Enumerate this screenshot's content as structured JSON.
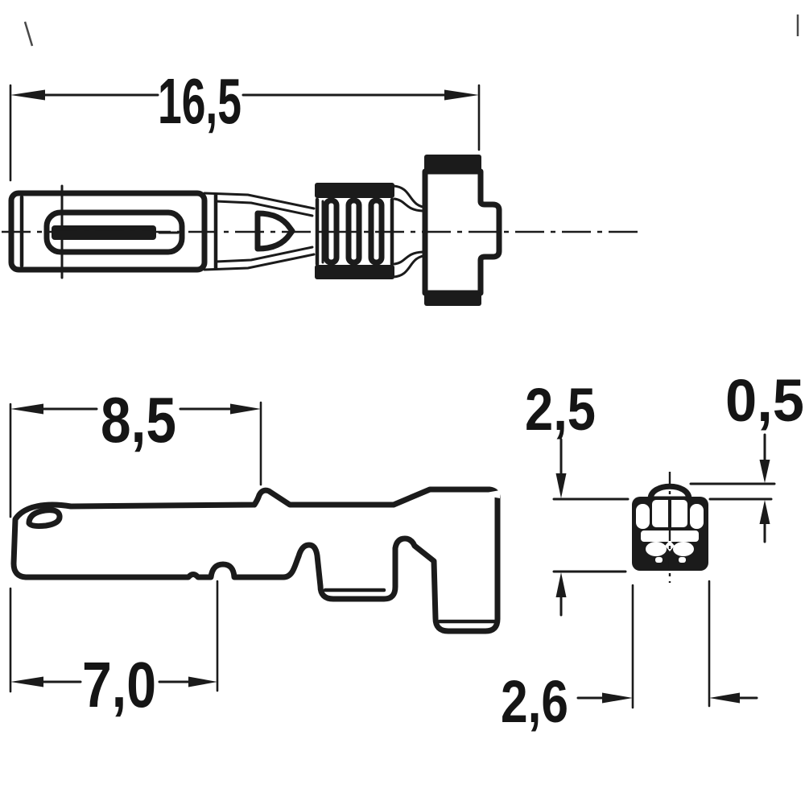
{
  "drawing": {
    "title": "terminal-dimension-drawing",
    "background_color": "#ffffff",
    "ink_color": "#1b1b1b",
    "units_style": "decimal-comma-millimeters",
    "views": {
      "top_view": {
        "name": "contact-side-view-rotated",
        "dims": {
          "overall_length": "16,5"
        }
      },
      "side_view": {
        "name": "contact-profile-view",
        "dims": {
          "tab_distance": "8,5",
          "lance_distance": "7,0"
        }
      },
      "end_view": {
        "name": "crimp-cross-section",
        "dims": {
          "height": "2,5",
          "dome_protrusion": "0,5",
          "width": "2,6"
        }
      }
    }
  }
}
